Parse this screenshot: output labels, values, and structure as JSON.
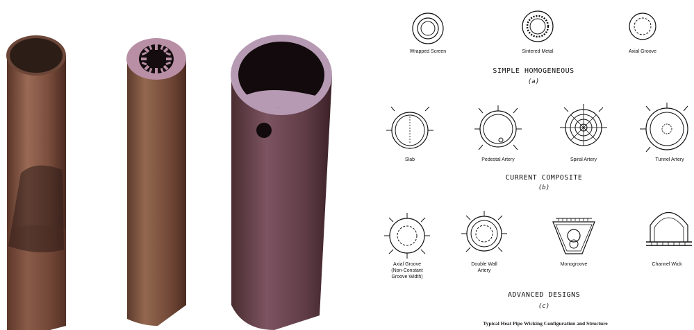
{
  "left_photo": {},
  "diagram": {
    "row_a": {
      "items": [
        "Wrapped Screen",
        "Sintered Metal",
        "Axial Groove"
      ],
      "section_title": "SIMPLE HOMOGENEOUS",
      "letter": "(a)"
    },
    "row_b": {
      "items": [
        "Slab",
        "Pedestal Artery",
        "Spiral Artery",
        "Tunnel Artery"
      ],
      "section_title": "CURRENT COMPOSITE",
      "letter": "(b)"
    },
    "row_c": {
      "items": [
        "Axial Groove",
        "(Non-Constant",
        "Groove Width)",
        "Double Wall",
        "Artery",
        "Monogroove",
        "Channel Wick"
      ],
      "section_title": "ADVANCED DESIGNS",
      "letter": "(c)"
    },
    "caption": "Typical Heat Pipe Wicking Configuration and Structure"
  }
}
